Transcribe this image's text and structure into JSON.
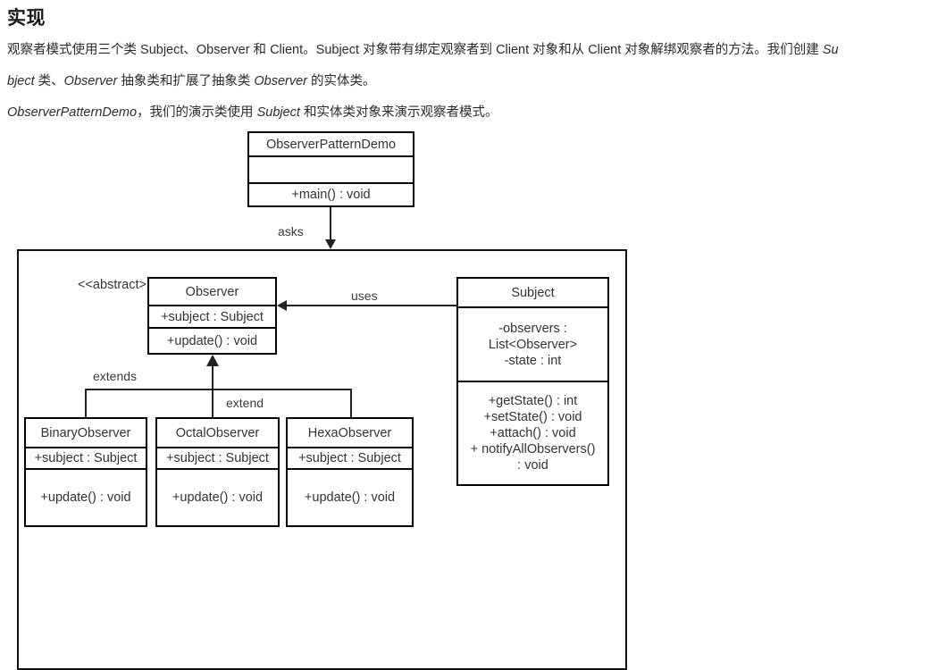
{
  "article": {
    "heading": "实现",
    "paragraph_lines": [
      [
        {
          "t": "观察者模式使用三个类 Subject、Observer 和 Client。Subject 对象带有绑定观察者到 Client 对象和从 Client 对象解绑观察者的方法。我们创建 ",
          "i": false
        },
        {
          "t": "Su",
          "i": true
        }
      ],
      [
        {
          "t": "bject",
          "i": true
        },
        {
          "t": " 类、",
          "i": false
        },
        {
          "t": "Observer",
          "i": true
        },
        {
          "t": " 抽象类和扩展了抽象类 ",
          "i": false
        },
        {
          "t": "Observer",
          "i": true
        },
        {
          "t": " 的实体类。",
          "i": false
        }
      ],
      [
        {
          "t": "ObserverPatternDemo",
          "i": true
        },
        {
          "t": "，我们的演示类使用 ",
          "i": false
        },
        {
          "t": "Subject",
          "i": true
        },
        {
          "t": " 和实体类对象来演示观察者模式。",
          "i": false
        }
      ]
    ]
  },
  "diagram": {
    "type": "uml-class-diagram",
    "stereotype_label": "<<abstract>>",
    "edges": [
      {
        "from": "ObserverPatternDemo",
        "to": "Observer",
        "label": "asks",
        "kind": "directed-association"
      },
      {
        "from": "Subject",
        "to": "Observer",
        "label": "uses",
        "kind": "directed-association"
      },
      {
        "from": "BinaryObserver",
        "to": "Observer",
        "label": "extends",
        "kind": "generalization"
      },
      {
        "from": "OctalObserver",
        "to": "Observer",
        "label": "extend",
        "kind": "generalization"
      },
      {
        "from": "HexaObserver",
        "to": "Observer",
        "label": "extend",
        "kind": "generalization"
      }
    ],
    "classes": {
      "demo": {
        "name": "ObserverPatternDemo",
        "attributes": [],
        "methods": [
          "+main()  : void"
        ]
      },
      "observer": {
        "name": "Observer",
        "attributes": [
          "+subject  : Subject"
        ],
        "methods": [
          "+update() : void"
        ]
      },
      "subject": {
        "name": "Subject",
        "attributes": [
          "-observers  :",
          "List<Observer>",
          "-state : int"
        ],
        "methods": [
          "+getState() : int",
          "+setState() : void",
          "+attach() : void",
          "+ notifyAllObservers()",
          ": void"
        ]
      },
      "binary": {
        "name": "BinaryObserver",
        "attributes": [
          "+subject  : Subject"
        ],
        "methods": [
          "+update() : void"
        ]
      },
      "octal": {
        "name": "OctalObserver",
        "attributes": [
          "+subject  : Subject"
        ],
        "methods": [
          "+update() : void"
        ]
      },
      "hexa": {
        "name": "HexaObserver",
        "attributes": [
          "+subject  : Subject"
        ],
        "methods": [
          "+update() : void"
        ]
      }
    }
  }
}
